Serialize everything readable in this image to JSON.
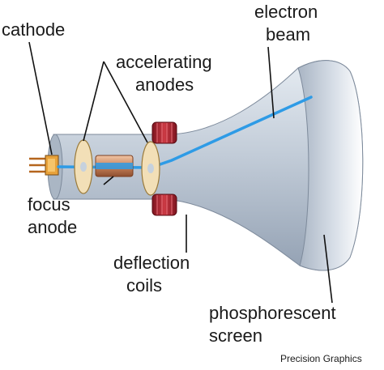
{
  "labels": {
    "cathode": "cathode",
    "accelerating_anodes_line1": "accelerating",
    "accelerating_anodes_line2": "anodes",
    "electron_beam_line1": "electron",
    "electron_beam_line2": "beam",
    "focus_anode_line1": "focus",
    "focus_anode_line2": "anode",
    "deflection_coils_line1": "deflection",
    "deflection_coils_line2": "coils",
    "phosphorescent_screen_line1": "phosphorescent",
    "phosphorescent_screen_line2": "screen"
  },
  "credit": "Precision Graphics",
  "colors": {
    "tube": "#c6d1dd",
    "beam": "#2e9be6",
    "coil": "#b02a35",
    "anode_disc": "#f2dfb7",
    "focus_anode": "#d9a07a",
    "cathode": "#e8a23a"
  }
}
